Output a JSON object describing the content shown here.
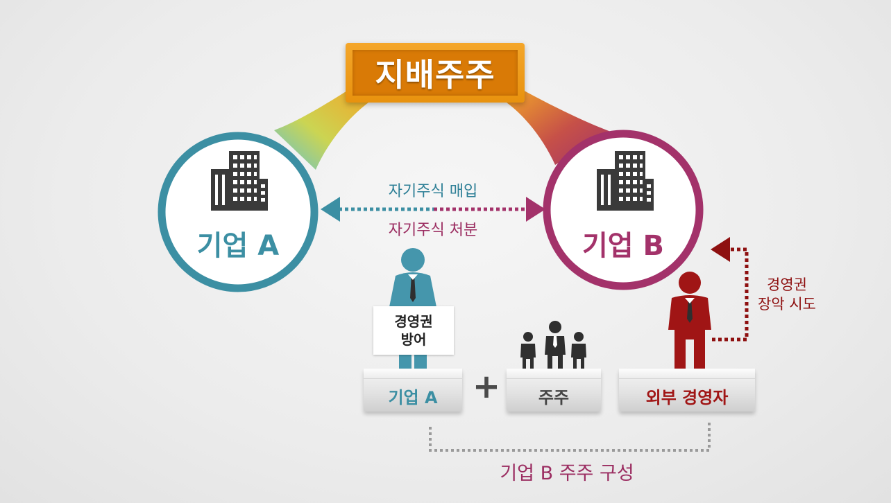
{
  "title": "지배주주",
  "company_a": {
    "label": "기업 A"
  },
  "company_b": {
    "label": "기업 B"
  },
  "arrows": {
    "buyback_label": "자기주식 매입",
    "disposal_label": "자기주식 처분"
  },
  "defense_note": {
    "line1": "경영권",
    "line2": "방어"
  },
  "takeover_note": {
    "line1": "경영권",
    "line2": "장악 시도"
  },
  "pedestals": {
    "company_a": "기업 A",
    "plus": "+",
    "shareholders": "주주",
    "outside_manager": "외부 경영자"
  },
  "bracket_label": "기업 B 주주 구성",
  "colors": {
    "teal": "#3c8fa3",
    "magenta": "#a3326a",
    "dark_red": "#a01515",
    "orange": "#e8920e",
    "person_teal": "#4596ac",
    "gray_person": "#3a3a3a"
  },
  "icons": [
    "building-icon",
    "person-icon"
  ]
}
